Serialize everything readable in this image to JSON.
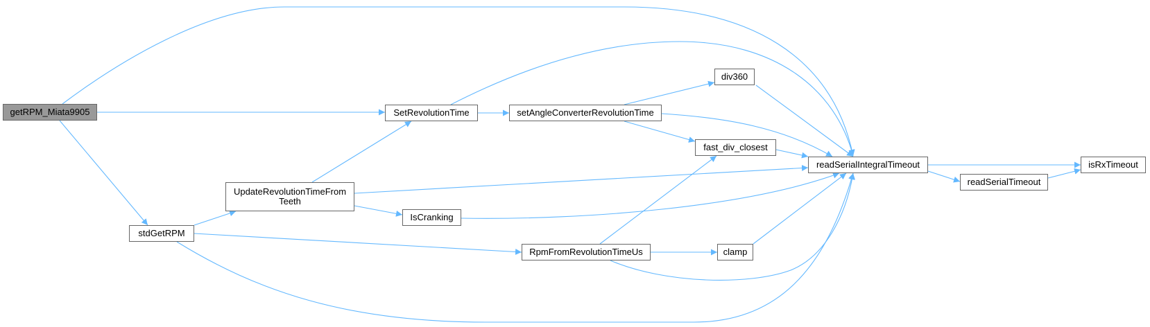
{
  "colors": {
    "edge": "#63b8ff",
    "root_fill": "#999999",
    "node_border": "#666666",
    "node_fill": "#ffffff"
  },
  "nodes": [
    {
      "id": "getRPM_Miata9905",
      "label": "getRPM_Miata9905",
      "root": true
    },
    {
      "id": "stdGetRPM",
      "label": "stdGetRPM"
    },
    {
      "id": "UpdateRevolutionTimeFromTeeth",
      "label": "UpdateRevolutionTimeFrom\nTeeth"
    },
    {
      "id": "SetRevolutionTime",
      "label": "SetRevolutionTime"
    },
    {
      "id": "setAngleConverterRevolutionTime",
      "label": "setAngleConverterRevolutionTime"
    },
    {
      "id": "IsCranking",
      "label": "IsCranking"
    },
    {
      "id": "RpmFromRevolutionTimeUs",
      "label": "RpmFromRevolutionTimeUs"
    },
    {
      "id": "div360",
      "label": "div360"
    },
    {
      "id": "fast_div_closest",
      "label": "fast_div_closest"
    },
    {
      "id": "clamp",
      "label": "clamp"
    },
    {
      "id": "readSerialIntegralTimeout",
      "label": "readSerialIntegralTimeout"
    },
    {
      "id": "readSerialTimeout",
      "label": "readSerialTimeout"
    },
    {
      "id": "isRxTimeout",
      "label": "isRxTimeout"
    }
  ],
  "edges": [
    {
      "from": "getRPM_Miata9905",
      "to": "readSerialIntegralTimeout"
    },
    {
      "from": "getRPM_Miata9905",
      "to": "SetRevolutionTime"
    },
    {
      "from": "getRPM_Miata9905",
      "to": "stdGetRPM"
    },
    {
      "from": "SetRevolutionTime",
      "to": "readSerialIntegralTimeout"
    },
    {
      "from": "SetRevolutionTime",
      "to": "setAngleConverterRevolutionTime"
    },
    {
      "from": "setAngleConverterRevolutionTime",
      "to": "div360"
    },
    {
      "from": "setAngleConverterRevolutionTime",
      "to": "fast_div_closest"
    },
    {
      "from": "setAngleConverterRevolutionTime",
      "to": "readSerialIntegralTimeout"
    },
    {
      "from": "div360",
      "to": "readSerialIntegralTimeout"
    },
    {
      "from": "fast_div_closest",
      "to": "readSerialIntegralTimeout"
    },
    {
      "from": "readSerialIntegralTimeout",
      "to": "isRxTimeout"
    },
    {
      "from": "readSerialIntegralTimeout",
      "to": "readSerialTimeout"
    },
    {
      "from": "readSerialTimeout",
      "to": "isRxTimeout"
    },
    {
      "from": "stdGetRPM",
      "to": "UpdateRevolutionTimeFromTeeth"
    },
    {
      "from": "stdGetRPM",
      "to": "RpmFromRevolutionTimeUs"
    },
    {
      "from": "stdGetRPM",
      "to": "readSerialIntegralTimeout"
    },
    {
      "from": "UpdateRevolutionTimeFromTeeth",
      "to": "SetRevolutionTime"
    },
    {
      "from": "UpdateRevolutionTimeFromTeeth",
      "to": "readSerialIntegralTimeout"
    },
    {
      "from": "UpdateRevolutionTimeFromTeeth",
      "to": "IsCranking"
    },
    {
      "from": "IsCranking",
      "to": "readSerialIntegralTimeout"
    },
    {
      "from": "RpmFromRevolutionTimeUs",
      "to": "fast_div_closest"
    },
    {
      "from": "RpmFromRevolutionTimeUs",
      "to": "clamp"
    },
    {
      "from": "RpmFromRevolutionTimeUs",
      "to": "readSerialIntegralTimeout"
    },
    {
      "from": "clamp",
      "to": "readSerialIntegralTimeout"
    }
  ]
}
